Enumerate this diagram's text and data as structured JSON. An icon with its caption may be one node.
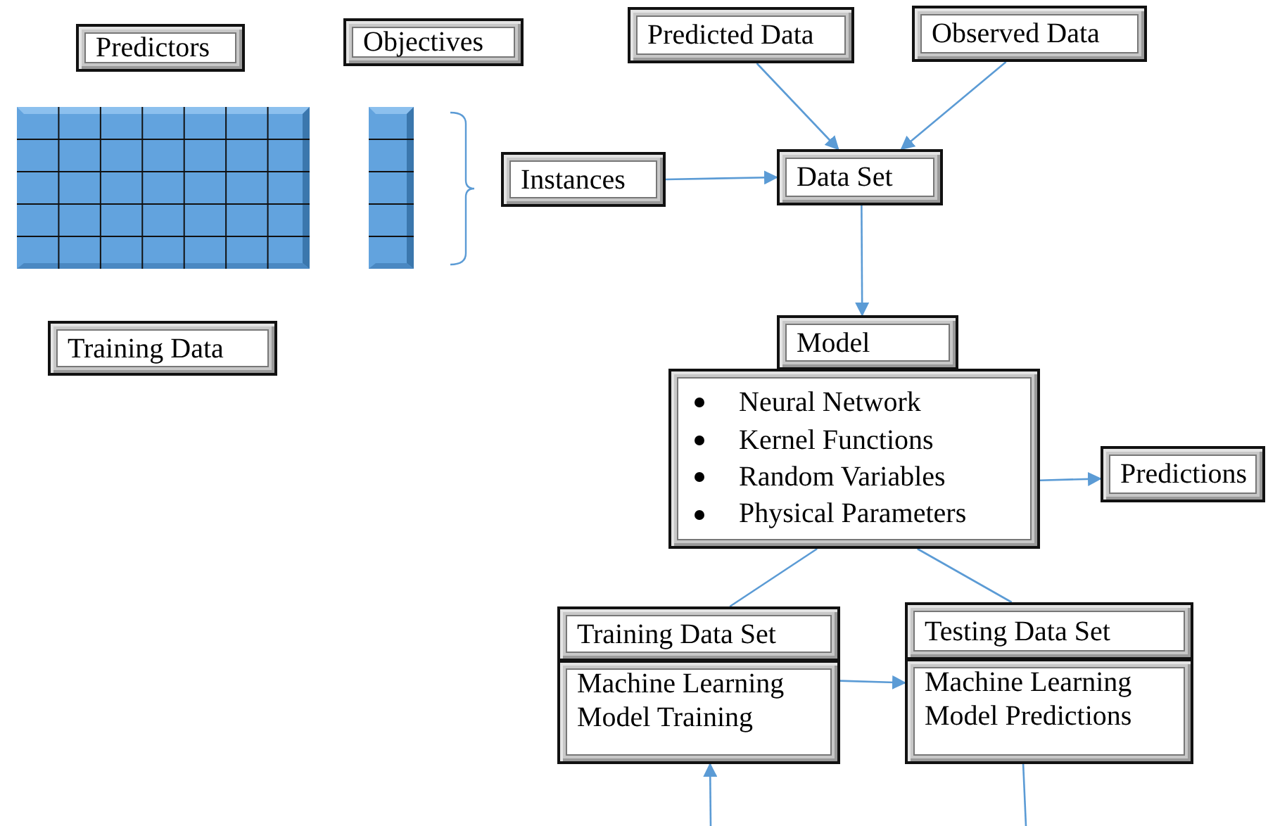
{
  "diagram": {
    "nodes": [
      {
        "text": [
          "Predictors"
        ]
      },
      {
        "text": [
          "Objectives"
        ]
      },
      {
        "text": [
          "Predicted Data"
        ]
      },
      {
        "text": [
          "Observed Data"
        ]
      },
      {
        "text": [
          "Instances"
        ]
      },
      {
        "text": [
          "Data Set"
        ]
      },
      {
        "text": [
          "Training Data"
        ]
      },
      {
        "text": [
          "Model"
        ]
      },
      {
        "text": [
          "Neural Network",
          "Kernel Functions",
          "Random Variables",
          "Physical Parameters"
        ]
      },
      {
        "text": [
          "Predictions"
        ]
      },
      {
        "text": [
          "Training Data Set"
        ]
      },
      {
        "text": [
          "Machine Learning Model Training"
        ]
      },
      {
        "text": [
          "Testing Data Set"
        ]
      },
      {
        "text": [
          "Machine Learning Model Predictions"
        ]
      }
    ],
    "edges": [
      {
        "from": 2,
        "to": 5,
        "arrow": "to"
      },
      {
        "from": 3,
        "to": 5,
        "arrow": "to"
      },
      {
        "from": 4,
        "to": 5,
        "arrow": "to"
      },
      {
        "from": 5,
        "to": 7,
        "arrow": "to"
      },
      {
        "from": 8,
        "to": 9,
        "arrow": "to"
      },
      {
        "from": 8,
        "to": 10,
        "arrow": "none"
      },
      {
        "from": 8,
        "to": 12,
        "arrow": "none"
      },
      {
        "from": 11,
        "to": 13,
        "arrow": "to"
      },
      {
        "from": null,
        "to": 11,
        "arrow": "to"
      },
      {
        "from": 13,
        "to": null,
        "arrow": "none"
      }
    ]
  }
}
